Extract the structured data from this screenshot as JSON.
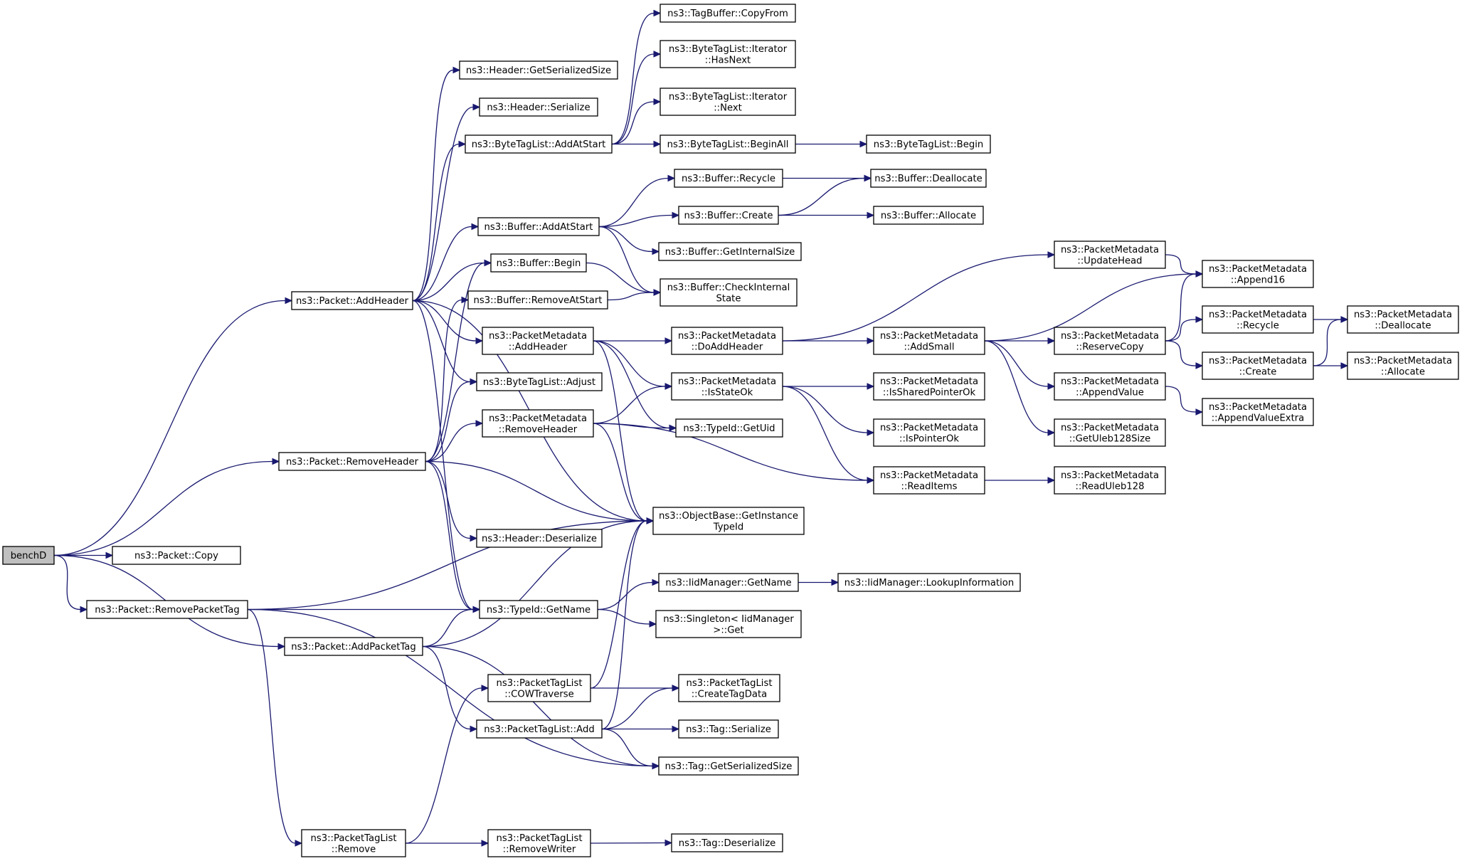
{
  "colors": {
    "edge": "#191970",
    "node_fill": "#ffffff",
    "root_fill": "#bfbfbf",
    "border": "#000000"
  },
  "nodes": {
    "benchD": [
      "benchD"
    ],
    "packet_copy": [
      "ns3::Packet::Copy"
    ],
    "packet_addheader": [
      "ns3::Packet::AddHeader"
    ],
    "packet_removeheader": [
      "ns3::Packet::RemoveHeader"
    ],
    "packet_removepackettag": [
      "ns3::Packet::RemovePacketTag"
    ],
    "packet_addpackettag": [
      "ns3::Packet::AddPacketTag"
    ],
    "packettaglist_remove": [
      "ns3::PacketTagList",
      "::Remove"
    ],
    "header_getserializedsize": [
      "ns3::Header::GetSerializedSize"
    ],
    "header_serialize": [
      "ns3::Header::Serialize"
    ],
    "bytetaglist_addatstart": [
      "ns3::ByteTagList::AddAtStart"
    ],
    "buffer_addatstart": [
      "ns3::Buffer::AddAtStart"
    ],
    "buffer_begin": [
      "ns3::Buffer::Begin"
    ],
    "buffer_removeatstart": [
      "ns3::Buffer::RemoveAtStart"
    ],
    "packetmetadata_addheader": [
      "ns3::PacketMetadata",
      "::AddHeader"
    ],
    "bytetaglist_adjust": [
      "ns3::ByteTagList::Adjust"
    ],
    "packetmetadata_removeheader": [
      "ns3::PacketMetadata",
      "::RemoveHeader"
    ],
    "header_deserialize": [
      "ns3::Header::Deserialize"
    ],
    "typeid_getname": [
      "ns3::TypeId::GetName"
    ],
    "packettaglist_cowtraverse": [
      "ns3::PacketTagList",
      "::COWTraverse"
    ],
    "packettaglist_add": [
      "ns3::PacketTagList::Add"
    ],
    "packettaglist_removewriter": [
      "ns3::PacketTagList",
      "::RemoveWriter"
    ],
    "tagbuffer_copyfrom": [
      "ns3::TagBuffer::CopyFrom"
    ],
    "bytetaglist_iterator_hasnext": [
      "ns3::ByteTagList::Iterator",
      "::HasNext"
    ],
    "bytetaglist_iterator_next": [
      "ns3::ByteTagList::Iterator",
      "::Next"
    ],
    "bytetaglist_beginall": [
      "ns3::ByteTagList::BeginAll"
    ],
    "buffer_recycle": [
      "ns3::Buffer::Recycle"
    ],
    "buffer_create": [
      "ns3::Buffer::Create"
    ],
    "buffer_getinternalsize": [
      "ns3::Buffer::GetInternalSize"
    ],
    "buffer_checkinternalstate": [
      "ns3::Buffer::CheckInternal",
      "State"
    ],
    "packetmetadata_doaddheader": [
      "ns3::PacketMetadata",
      "::DoAddHeader"
    ],
    "packetmetadata_isstateok": [
      "ns3::PacketMetadata",
      "::IsStateOk"
    ],
    "typeid_getuid": [
      "ns3::TypeId::GetUid"
    ],
    "objectbase_getinstancetypeid": [
      "ns3::ObjectBase::GetInstance",
      "TypeId"
    ],
    "iidmanager_getname": [
      "ns3::IidManager::GetName"
    ],
    "singleton_iidmanager_get": [
      "ns3::Singleton< IidManager",
      ">::Get"
    ],
    "packettaglist_createtagdata": [
      "ns3::PacketTagList",
      "::CreateTagData"
    ],
    "tag_serialize": [
      "ns3::Tag::Serialize"
    ],
    "tag_getserializedsize": [
      "ns3::Tag::GetSerializedSize"
    ],
    "tag_deserialize": [
      "ns3::Tag::Deserialize"
    ],
    "bytetaglist_begin": [
      "ns3::ByteTagList::Begin"
    ],
    "buffer_deallocate": [
      "ns3::Buffer::Deallocate"
    ],
    "buffer_allocate": [
      "ns3::Buffer::Allocate"
    ],
    "packetmetadata_addsmall": [
      "ns3::PacketMetadata",
      "::AddSmall"
    ],
    "packetmetadata_issharedpointerok": [
      "ns3::PacketMetadata",
      "::IsSharedPointerOk"
    ],
    "packetmetadata_ispointerok": [
      "ns3::PacketMetadata",
      "::IsPointerOk"
    ],
    "packetmetadata_readitems": [
      "ns3::PacketMetadata",
      "::ReadItems"
    ],
    "iidmanager_lookupinformation": [
      "ns3::IidManager::LookupInformation"
    ],
    "packetmetadata_updatehead": [
      "ns3::PacketMetadata",
      "::UpdateHead"
    ],
    "packetmetadata_reservecopy": [
      "ns3::PacketMetadata",
      "::ReserveCopy"
    ],
    "packetmetadata_appendvalue": [
      "ns3::PacketMetadata",
      "::AppendValue"
    ],
    "packetmetadata_getuleb128size": [
      "ns3::PacketMetadata",
      "::GetUleb128Size"
    ],
    "packetmetadata_readuleb128": [
      "ns3::PacketMetadata",
      "::ReadUleb128"
    ],
    "packetmetadata_append16": [
      "ns3::PacketMetadata",
      "::Append16"
    ],
    "packetmetadata_recycle": [
      "ns3::PacketMetadata",
      "::Recycle"
    ],
    "packetmetadata_create": [
      "ns3::PacketMetadata",
      "::Create"
    ],
    "packetmetadata_appendvalueextra": [
      "ns3::PacketMetadata",
      "::AppendValueExtra"
    ],
    "packetmetadata_deallocate": [
      "ns3::PacketMetadata",
      "::Deallocate"
    ],
    "packetmetadata_allocate": [
      "ns3::PacketMetadata",
      "::Allocate"
    ]
  },
  "edges": [
    [
      "benchD",
      "packet_addheader"
    ],
    [
      "benchD",
      "packet_removeheader"
    ],
    [
      "benchD",
      "packet_copy"
    ],
    [
      "benchD",
      "packet_removepackettag"
    ],
    [
      "benchD",
      "packet_addpackettag"
    ],
    [
      "packet_addheader",
      "header_getserializedsize"
    ],
    [
      "packet_addheader",
      "header_serialize"
    ],
    [
      "packet_addheader",
      "bytetaglist_addatstart"
    ],
    [
      "packet_addheader",
      "buffer_addatstart"
    ],
    [
      "packet_addheader",
      "buffer_begin"
    ],
    [
      "packet_addheader",
      "packetmetadata_addheader"
    ],
    [
      "packet_addheader",
      "bytetaglist_adjust"
    ],
    [
      "packet_addheader",
      "objectbase_getinstancetypeid"
    ],
    [
      "packet_addheader",
      "typeid_getname"
    ],
    [
      "packet_removeheader",
      "buffer_begin"
    ],
    [
      "packet_removeheader",
      "buffer_removeatstart"
    ],
    [
      "packet_removeheader",
      "bytetaglist_adjust"
    ],
    [
      "packet_removeheader",
      "packetmetadata_removeheader"
    ],
    [
      "packet_removeheader",
      "header_deserialize"
    ],
    [
      "packet_removeheader",
      "objectbase_getinstancetypeid"
    ],
    [
      "packet_removeheader",
      "typeid_getname"
    ],
    [
      "packet_removepackettag",
      "objectbase_getinstancetypeid"
    ],
    [
      "packet_removepackettag",
      "typeid_getname"
    ],
    [
      "packet_removepackettag",
      "tag_getserializedsize"
    ],
    [
      "packet_removepackettag",
      "packettaglist_remove"
    ],
    [
      "packet_addpackettag",
      "typeid_getname"
    ],
    [
      "packet_addpackettag",
      "objectbase_getinstancetypeid"
    ],
    [
      "packet_addpackettag",
      "packettaglist_add"
    ],
    [
      "packet_addpackettag",
      "tag_getserializedsize"
    ],
    [
      "packettaglist_remove",
      "packettaglist_cowtraverse"
    ],
    [
      "packettaglist_remove",
      "packettaglist_removewriter"
    ],
    [
      "bytetaglist_addatstart",
      "tagbuffer_copyfrom"
    ],
    [
      "bytetaglist_addatstart",
      "bytetaglist_iterator_hasnext"
    ],
    [
      "bytetaglist_addatstart",
      "bytetaglist_iterator_next"
    ],
    [
      "bytetaglist_addatstart",
      "bytetaglist_beginall"
    ],
    [
      "bytetaglist_beginall",
      "bytetaglist_begin"
    ],
    [
      "buffer_addatstart",
      "buffer_recycle"
    ],
    [
      "buffer_addatstart",
      "buffer_create"
    ],
    [
      "buffer_addatstart",
      "buffer_getinternalsize"
    ],
    [
      "buffer_addatstart",
      "buffer_checkinternalstate"
    ],
    [
      "buffer_recycle",
      "buffer_deallocate"
    ],
    [
      "buffer_create",
      "buffer_deallocate"
    ],
    [
      "buffer_create",
      "buffer_allocate"
    ],
    [
      "buffer_begin",
      "buffer_checkinternalstate"
    ],
    [
      "buffer_removeatstart",
      "buffer_checkinternalstate"
    ],
    [
      "packetmetadata_addheader",
      "packetmetadata_doaddheader"
    ],
    [
      "packetmetadata_addheader",
      "packetmetadata_isstateok"
    ],
    [
      "packetmetadata_addheader",
      "typeid_getuid"
    ],
    [
      "packetmetadata_addheader",
      "objectbase_getinstancetypeid"
    ],
    [
      "packetmetadata_removeheader",
      "packetmetadata_isstateok"
    ],
    [
      "packetmetadata_removeheader",
      "typeid_getuid"
    ],
    [
      "packetmetadata_removeheader",
      "packetmetadata_readitems"
    ],
    [
      "packetmetadata_removeheader",
      "objectbase_getinstancetypeid"
    ],
    [
      "packetmetadata_doaddheader",
      "packetmetadata_updatehead"
    ],
    [
      "packetmetadata_doaddheader",
      "packetmetadata_addsmall"
    ],
    [
      "packetmetadata_isstateok",
      "packetmetadata_issharedpointerok"
    ],
    [
      "packetmetadata_isstateok",
      "packetmetadata_ispointerok"
    ],
    [
      "packetmetadata_isstateok",
      "packetmetadata_readitems"
    ],
    [
      "packetmetadata_addsmall",
      "packetmetadata_append16"
    ],
    [
      "packetmetadata_addsmall",
      "packetmetadata_reservecopy"
    ],
    [
      "packetmetadata_addsmall",
      "packetmetadata_appendvalue"
    ],
    [
      "packetmetadata_addsmall",
      "packetmetadata_getuleb128size"
    ],
    [
      "packetmetadata_updatehead",
      "packetmetadata_append16"
    ],
    [
      "packetmetadata_reservecopy",
      "packetmetadata_append16"
    ],
    [
      "packetmetadata_reservecopy",
      "packetmetadata_recycle"
    ],
    [
      "packetmetadata_reservecopy",
      "packetmetadata_create"
    ],
    [
      "packetmetadata_recycle",
      "packetmetadata_deallocate"
    ],
    [
      "packetmetadata_create",
      "packetmetadata_deallocate"
    ],
    [
      "packetmetadata_create",
      "packetmetadata_allocate"
    ],
    [
      "packetmetadata_appendvalue",
      "packetmetadata_appendvalueextra"
    ],
    [
      "packetmetadata_readitems",
      "packetmetadata_readuleb128"
    ],
    [
      "typeid_getname",
      "iidmanager_getname"
    ],
    [
      "typeid_getname",
      "singleton_iidmanager_get"
    ],
    [
      "iidmanager_getname",
      "iidmanager_lookupinformation"
    ],
    [
      "packettaglist_cowtraverse",
      "packettaglist_createtagdata"
    ],
    [
      "packettaglist_cowtraverse",
      "objectbase_getinstancetypeid"
    ],
    [
      "packettaglist_add",
      "packettaglist_createtagdata"
    ],
    [
      "packettaglist_add",
      "tag_serialize"
    ],
    [
      "packettaglist_add",
      "tag_getserializedsize"
    ],
    [
      "packettaglist_add",
      "objectbase_getinstancetypeid"
    ],
    [
      "packettaglist_removewriter",
      "tag_deserialize"
    ]
  ]
}
